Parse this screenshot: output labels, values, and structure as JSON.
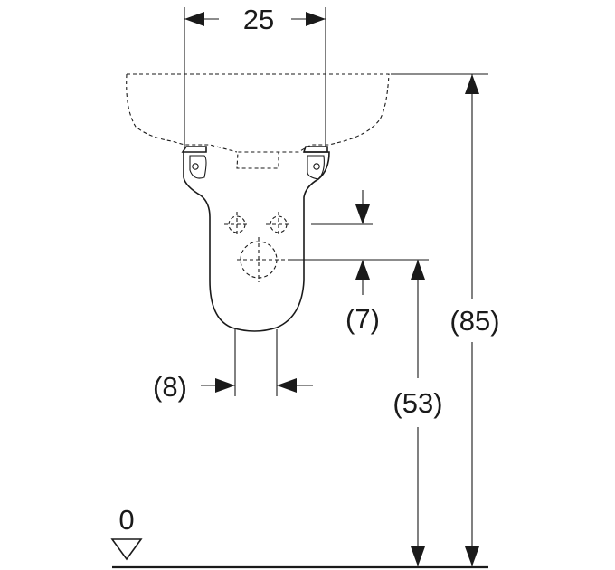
{
  "dimensions": {
    "top_width": "25",
    "trap_drop": "(7)",
    "right_total_height": "(85)",
    "trap_height": "(53)",
    "trap_width": "(8)",
    "floor_level": "0"
  },
  "colors": {
    "line": "#1a1a1a",
    "background": "#ffffff"
  }
}
